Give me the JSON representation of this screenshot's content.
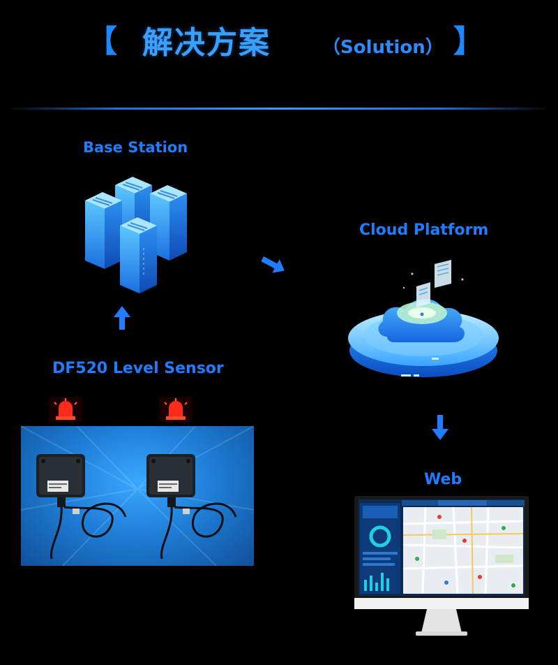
{
  "header": {
    "bracket_left": "【",
    "title_cn": "解决方案",
    "title_en": "（Solution）",
    "bracket_right": "】"
  },
  "nodes": {
    "base_station": {
      "label": "Base Station"
    },
    "cloud_platform": {
      "label": "Cloud Platform"
    },
    "sensor": {
      "label": "DF520 Level Sensor"
    },
    "web": {
      "label": "Web"
    }
  },
  "colors": {
    "accent": "#1f7dff",
    "background": "#000000",
    "alarm": "#ff2a1a"
  }
}
